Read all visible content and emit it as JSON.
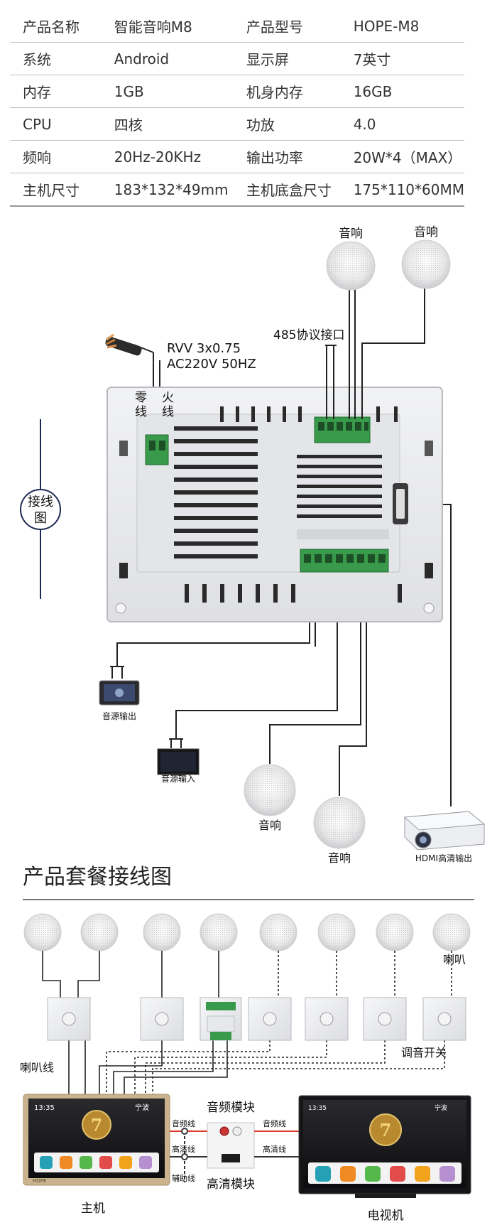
{
  "spec_table": [
    [
      "产品名称",
      "智能音响M8",
      "产品型号",
      "HOPE-M8"
    ],
    [
      "系统",
      "Android",
      "显示屏",
      "7英寸"
    ],
    [
      "内存",
      "1GB",
      "机身内存",
      "16GB"
    ],
    [
      "CPU",
      "四核",
      "功放",
      "4.0"
    ],
    [
      "频响",
      "20Hz-20KHz",
      "输出功率",
      "20W*4（MAX）"
    ],
    [
      "主机尺寸",
      "183*132*49mm",
      "主机底盒尺寸",
      "175*110*60MM"
    ]
  ],
  "wiring": {
    "side_label": "接线图",
    "speaker_label": "音响",
    "protocol_label": "485协议接口",
    "cable_spec": "RVV   3x0.75",
    "power_spec": "AC220V  50HZ",
    "neutral_label": "零线",
    "live_label": "火线",
    "audio_out_label": "音源输出",
    "audio_in_label": "音源输入",
    "hdmi_label": "HDMI高清输出"
  },
  "package": {
    "title": "产品套餐接线图",
    "speaker_label": "喇叭",
    "speaker_wire_label": "喇叭线",
    "volume_switch_label": "调音开关",
    "audio_module_label": "音频模块",
    "hd_module_label": "高清模块",
    "audio_line_label": "音频线",
    "hd_line_label": "高清线",
    "aux_line_label": "辅助线",
    "host_label": "主机",
    "tv_label": "电视机",
    "screen_time": "13:35",
    "screen_city": "宁波",
    "brand": "HOPE"
  },
  "colors": {
    "terminal_green": "#3a9a4c",
    "panel_silver": "#e8e9ec",
    "wire_red": "#e03a2a",
    "frame_gold": "#c9b28c",
    "circle_navy": "#1d2a55"
  }
}
